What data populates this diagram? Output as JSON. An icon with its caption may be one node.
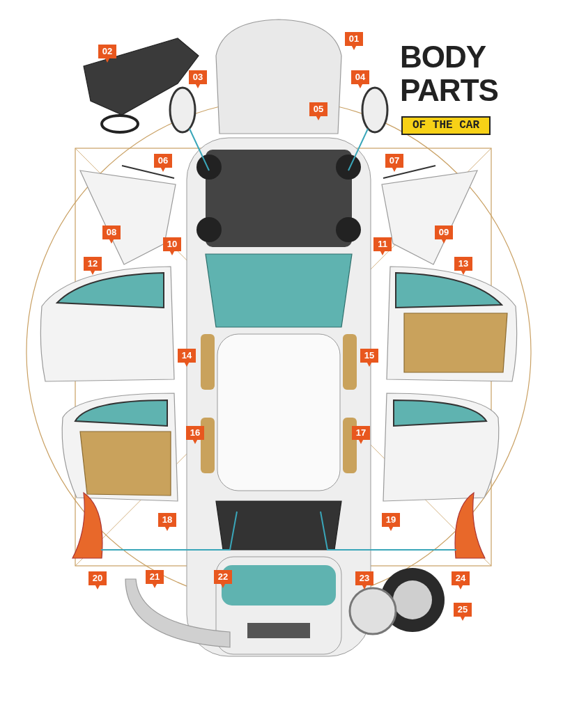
{
  "diagram": {
    "title": "BODY PARTS",
    "labels": [
      "OF THE CAR",
      "01",
      "02",
      "03",
      "04",
      "05",
      "06",
      "07",
      "08",
      "09",
      "10",
      "11",
      "12",
      "13",
      "14",
      "15",
      "16",
      "17",
      "18",
      "19",
      "20",
      "21",
      "22",
      "23",
      "24",
      "25"
    ]
  }
}
